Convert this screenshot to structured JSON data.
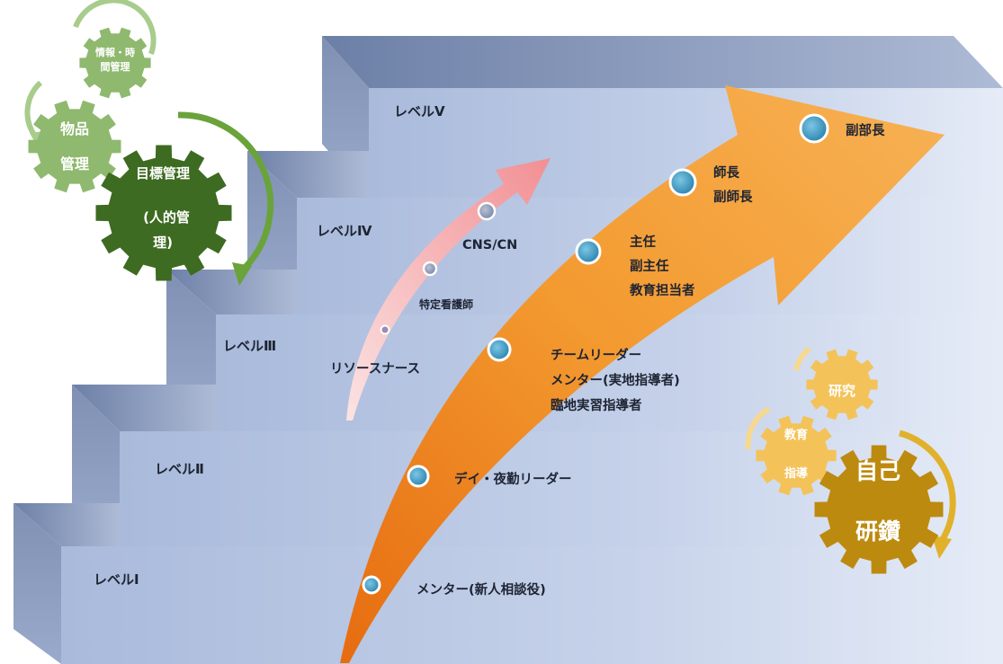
{
  "levels": [
    {
      "label": "レベルⅠ"
    },
    {
      "label": "レベルⅡ"
    },
    {
      "label": "レベルⅢ"
    },
    {
      "label": "レベルⅣ"
    },
    {
      "label": "レベルⅤ"
    }
  ],
  "orange_path": {
    "milestones": [
      {
        "lines": [
          "メンター(新人相談役)"
        ]
      },
      {
        "lines": [
          "デイ・夜勤リーダー"
        ]
      },
      {
        "lines": [
          "チームリーダー",
          "メンター(実地指導者)",
          "臨地実習指導者"
        ]
      },
      {
        "lines": [
          "主任",
          "副主任",
          "教育担当者"
        ]
      },
      {
        "lines": [
          "師長",
          "副師長"
        ]
      },
      {
        "lines": [
          "副部長"
        ]
      }
    ]
  },
  "pink_path": {
    "milestones": [
      {
        "lines": [
          "リソースナース"
        ]
      },
      {
        "lines": [
          "特定看護師"
        ]
      },
      {
        "lines": [
          "CNS/CN"
        ]
      }
    ]
  },
  "management_gears": {
    "main": {
      "lines": [
        "目標管理",
        "(人的管",
        "理)"
      ]
    },
    "goods": {
      "lines": [
        "物品",
        "管理"
      ]
    },
    "info": {
      "lines": [
        "情報・時",
        "間管理"
      ]
    }
  },
  "growth_gears": {
    "main": {
      "lines": [
        "自己",
        "研鑽"
      ]
    },
    "research": {
      "lines": [
        "研究"
      ]
    },
    "education": {
      "lines": [
        "教育",
        "指導"
      ]
    }
  },
  "colors": {
    "step_front": "#b9c8e6",
    "step_top": "#7d8fb3",
    "orange": "#f08a1f",
    "pink": "#f4a3a6",
    "dot_fill": "#4aa3c9",
    "gear_dark_green": "#3d6b21",
    "gear_light_green": "#8fb96e",
    "gear_dark_gold": "#bd8a10",
    "gear_light_gold": "#f3c35a"
  }
}
